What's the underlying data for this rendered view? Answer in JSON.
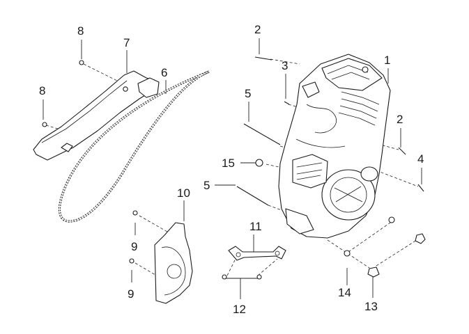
{
  "callouts": [
    {
      "id": "1",
      "text": "1"
    },
    {
      "id": "2a",
      "text": "2"
    },
    {
      "id": "2b",
      "text": "2"
    },
    {
      "id": "3",
      "text": "3"
    },
    {
      "id": "4",
      "text": "4"
    },
    {
      "id": "5a",
      "text": "5"
    },
    {
      "id": "5b",
      "text": "5"
    },
    {
      "id": "6",
      "text": "6"
    },
    {
      "id": "7",
      "text": "7"
    },
    {
      "id": "8a",
      "text": "8"
    },
    {
      "id": "8b",
      "text": "8"
    },
    {
      "id": "9a",
      "text": "9"
    },
    {
      "id": "9b",
      "text": "9"
    },
    {
      "id": "10",
      "text": "10"
    },
    {
      "id": "11",
      "text": "11"
    },
    {
      "id": "12",
      "text": "12"
    },
    {
      "id": "13",
      "text": "13"
    },
    {
      "id": "14",
      "text": "14"
    },
    {
      "id": "15",
      "text": "15"
    }
  ]
}
